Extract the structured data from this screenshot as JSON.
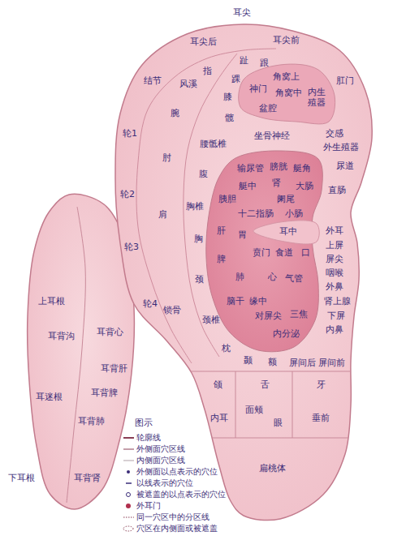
{
  "diagram": {
    "labels": [
      "耳尖",
      "耳尖后",
      "耳尖前",
      "结节",
      "趾",
      "跟",
      "踝",
      "膝",
      "指",
      "风溪",
      "腕",
      "肘",
      "肩",
      "锁骨",
      "髋",
      "腰骶椎",
      "腹",
      "胸椎",
      "胸",
      "颈",
      "颈椎",
      "枕",
      "角窝上",
      "角窝中",
      "神门",
      "盆腔",
      "内生殖器",
      "肛门",
      "交感",
      "外生殖器",
      "尿道",
      "直肠",
      "坐骨神经",
      "轮1",
      "轮2",
      "轮3",
      "轮4",
      "输尿管",
      "膀胱",
      "艇角",
      "艇中",
      "肾",
      "大肠",
      "胰胆",
      "阑尾",
      "十二指肠",
      "小肠",
      "耳中",
      "肝",
      "胃",
      "贲门",
      "食道",
      "口",
      "脾",
      "肺",
      "心",
      "气管",
      "脑干",
      "缘中",
      "对屏尖",
      "三焦",
      "内分泌",
      "外耳",
      "上屏",
      "屏尖",
      "咽喉",
      "外鼻",
      "肾上腺",
      "下屏",
      "内鼻",
      "颞",
      "额",
      "屏间后",
      "屏间前",
      "颌",
      "舌",
      "牙",
      "内耳",
      "面颊",
      "眼",
      "垂前",
      "扁桃体",
      "上耳根",
      "耳背沟",
      "耳背心",
      "耳迷根",
      "耳背肺",
      "耳背脾",
      "耳背肝",
      "下耳根",
      "耳背肾",
      "图示"
    ],
    "legend": [
      {
        "text": "轮廓线"
      },
      {
        "text": "外侧面穴区线"
      },
      {
        "text": "内侧面穴区线"
      },
      {
        "text": "外侧面以点表示的穴位"
      },
      {
        "text": "以线表示的穴位"
      },
      {
        "text": "被遮盖的以点表示的穴位"
      },
      {
        "text": "外耳门"
      },
      {
        "text": "同一穴区中的分区线"
      },
      {
        "text": "穴区在内侧面或被遮盖"
      }
    ]
  }
}
